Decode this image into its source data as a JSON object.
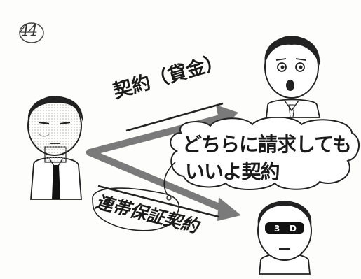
{
  "page_number": "44",
  "contract_loan": "契約（貸金）",
  "speech_bubble": {
    "line1": "どちらに請求しても",
    "line2": "いいよ契約"
  },
  "guarantee_contract": "連帯保証契約",
  "characters": [
    "creditor",
    "debtor",
    "guarantor"
  ],
  "colors": {
    "arrow": "#7a7a7a",
    "ink": "#1a1a1a",
    "screentone": "#d9d9d9",
    "background": "#fdfdfb"
  }
}
